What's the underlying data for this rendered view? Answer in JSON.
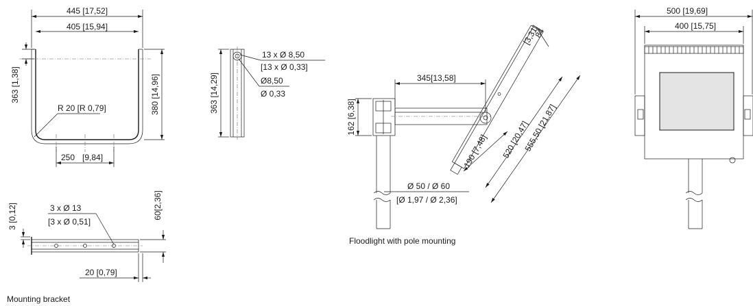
{
  "captions": {
    "mounting_bracket": "Mounting bracket",
    "floodlight_pole": "Floodlight with pole mounting"
  },
  "bracket_front": {
    "overall_width": "445 [17,52]",
    "inner_width": "405 [15,94]",
    "side_height": "363 [1,38]",
    "overall_height": "380 [14,96]",
    "radius": "R 20 [R 0,79]",
    "hole_spacing_value": "250",
    "hole_spacing_inch": "[9,84]"
  },
  "bracket_side": {
    "height": "363 [14,29]",
    "holes_mm": "13 x  Ø 8,50",
    "holes_inch": "[13 x  Ø 0,33]",
    "hole_mm": "Ø8,50",
    "hole_inch": "Ø 0,33"
  },
  "bracket_bottom": {
    "thickness": "3 [0,12]",
    "holes_mm": "3 x  Ø 13",
    "holes_inch": "[3 x  Ø 0,51]",
    "depth": "60[2,36]",
    "edge_offset": "20 [0,79]"
  },
  "floodlight_pole": {
    "arm_length": "345[13,58]",
    "mount_height": "162 [6,38]",
    "offset": "84",
    "offset_inch": "[3,31]",
    "d190": "190 [7,48]",
    "d520": "520 [20,47]",
    "d555": "555,50 [21,87]",
    "pole_mm": "Ø 50 / Ø 60",
    "pole_inch": "[Ø 1,97 / Ø 2,36]"
  },
  "floodlight_front": {
    "overall_width": "500 [19,69]",
    "inner_width": "400 [15,75]"
  }
}
